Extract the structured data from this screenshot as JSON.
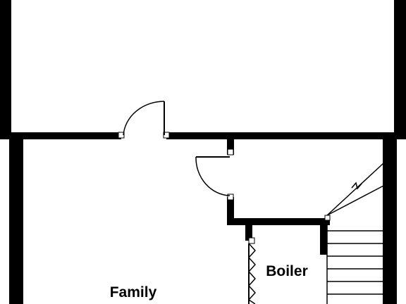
{
  "plan": {
    "wall_color": "#000000",
    "background_color": "#ffffff",
    "rooms": {
      "family": {
        "label": "Family"
      },
      "boiler": {
        "label": "Boiler"
      }
    },
    "stairs": {
      "treads": 6,
      "break_symbol": "zigzag-break"
    },
    "doors": {
      "top_door": {
        "type": "swing-door"
      },
      "inner_door": {
        "type": "swing-door"
      },
      "boiler_closet": {
        "type": "bifold-door"
      }
    }
  }
}
